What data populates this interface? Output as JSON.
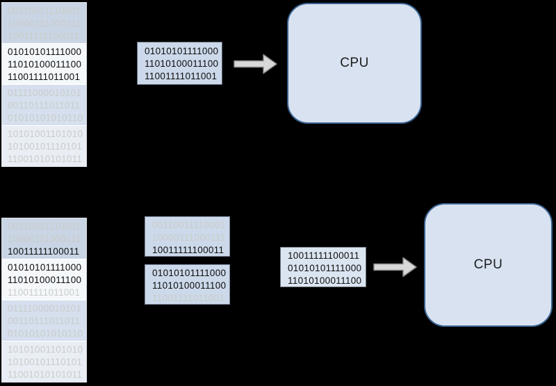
{
  "colors": {
    "background": "#000000",
    "band_blue": "#c9d5e5",
    "band_white": "#f5f8fb",
    "band_midblue": "#d5dfee",
    "band_paleblue": "#e9eef5",
    "block_blue": "#ccd9ea",
    "block_light": "#dbe5f1",
    "cpu_fill": "#d8e2f1",
    "cpu_border": "#39618f",
    "arrow_fill": "#d8d8d8",
    "muted_text": "#c9ccc8",
    "emphasis_text": "#0d0d0d"
  },
  "top_section": {
    "memory_column": {
      "bands": [
        {
          "lines": [
            {
              "text": "00110011110001",
              "emphasized": false
            },
            {
              "text": "10000111000111",
              "emphasized": false
            },
            {
              "text": "10011111100011",
              "emphasized": false
            }
          ]
        },
        {
          "lines": [
            {
              "text": "01010101111000",
              "emphasized": true
            },
            {
              "text": "11010100011100",
              "emphasized": true
            },
            {
              "text": "11001111011001",
              "emphasized": true
            }
          ]
        },
        {
          "lines": [
            {
              "text": "01111000010101",
              "emphasized": false
            },
            {
              "text": "00110111011011",
              "emphasized": false
            },
            {
              "text": "01010101010110",
              "emphasized": false
            }
          ]
        },
        {
          "lines": [
            {
              "text": "10101001101010",
              "emphasized": false
            },
            {
              "text": "10100101110101",
              "emphasized": false
            },
            {
              "text": "11001010101011",
              "emphasized": false
            }
          ]
        }
      ]
    },
    "transfer_block": {
      "lines": [
        {
          "text": "01010101111000",
          "emphasized": true
        },
        {
          "text": "11010100011100",
          "emphasized": true
        },
        {
          "text": "11001111011001",
          "emphasized": true
        }
      ]
    },
    "cpu": {
      "label": "CPU"
    }
  },
  "bottom_section": {
    "memory_column": {
      "bands": [
        {
          "lines": [
            {
              "text": "00110011110001",
              "emphasized": false
            },
            {
              "text": "10000111000111",
              "emphasized": false
            },
            {
              "text": "10011111100011",
              "emphasized": true
            }
          ]
        },
        {
          "lines": [
            {
              "text": "01010101111000",
              "emphasized": true
            },
            {
              "text": "11010100011100",
              "emphasized": true
            },
            {
              "text": "11001111011001",
              "emphasized": false
            }
          ]
        },
        {
          "lines": [
            {
              "text": "01111000010101",
              "emphasized": false
            },
            {
              "text": "00110111011011",
              "emphasized": false
            },
            {
              "text": "01010101010110",
              "emphasized": false
            }
          ]
        },
        {
          "lines": [
            {
              "text": "10101001101010",
              "emphasized": false
            },
            {
              "text": "10100101110101",
              "emphasized": false
            },
            {
              "text": "11001010101011",
              "emphasized": false
            }
          ]
        }
      ]
    },
    "cache_block_1": {
      "lines": [
        {
          "text": "00110011110001",
          "emphasized": false
        },
        {
          "text": "10000111000111",
          "emphasized": false
        },
        {
          "text": "10011111100011",
          "emphasized": true
        }
      ]
    },
    "cache_block_2": {
      "lines": [
        {
          "text": "01010101111000",
          "emphasized": true
        },
        {
          "text": "11010100011100",
          "emphasized": true
        },
        {
          "text": "11001111011001",
          "emphasized": false
        }
      ]
    },
    "transfer_block": {
      "lines": [
        {
          "text": "10011111100011",
          "emphasized": true
        },
        {
          "text": "01010101111000",
          "emphasized": true
        },
        {
          "text": "11010100011100",
          "emphasized": true
        }
      ]
    },
    "cpu": {
      "label": "CPU"
    }
  }
}
